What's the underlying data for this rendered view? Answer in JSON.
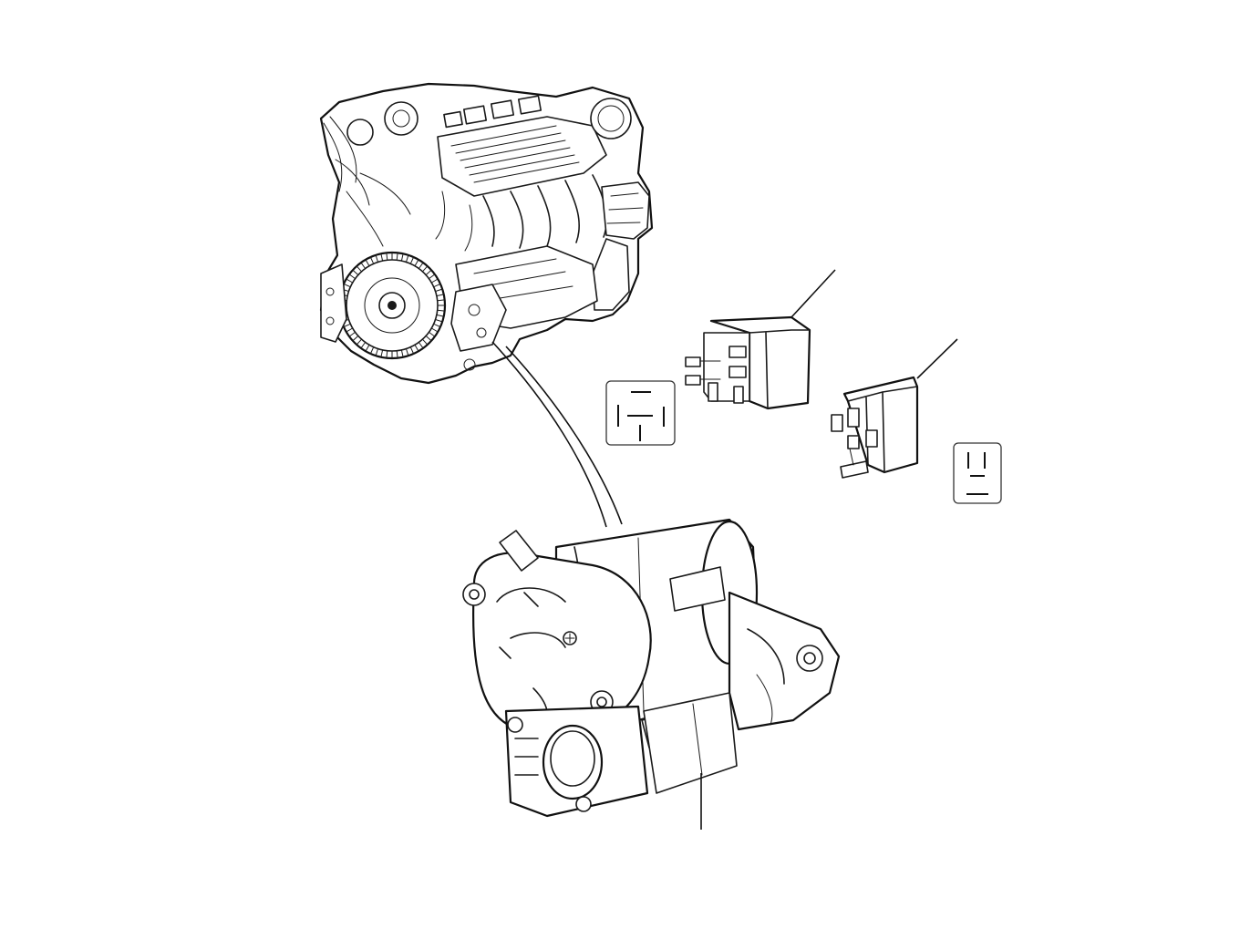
{
  "diagram": {
    "components": [
      {
        "name": "engine",
        "icon": "engine-assembly-icon"
      },
      {
        "name": "starter-motor",
        "icon": "starter-motor-icon"
      },
      {
        "name": "relay-large",
        "icon": "relay-icon"
      },
      {
        "name": "relay-small",
        "icon": "relay-icon"
      },
      {
        "name": "relay-large-pin-symbol",
        "icon": "relay-pinout-icon"
      },
      {
        "name": "relay-small-pin-symbol",
        "icon": "relay-pinout-icon"
      }
    ],
    "colors": {
      "ink": "#1a1a1a",
      "background": "#ffffff"
    }
  }
}
